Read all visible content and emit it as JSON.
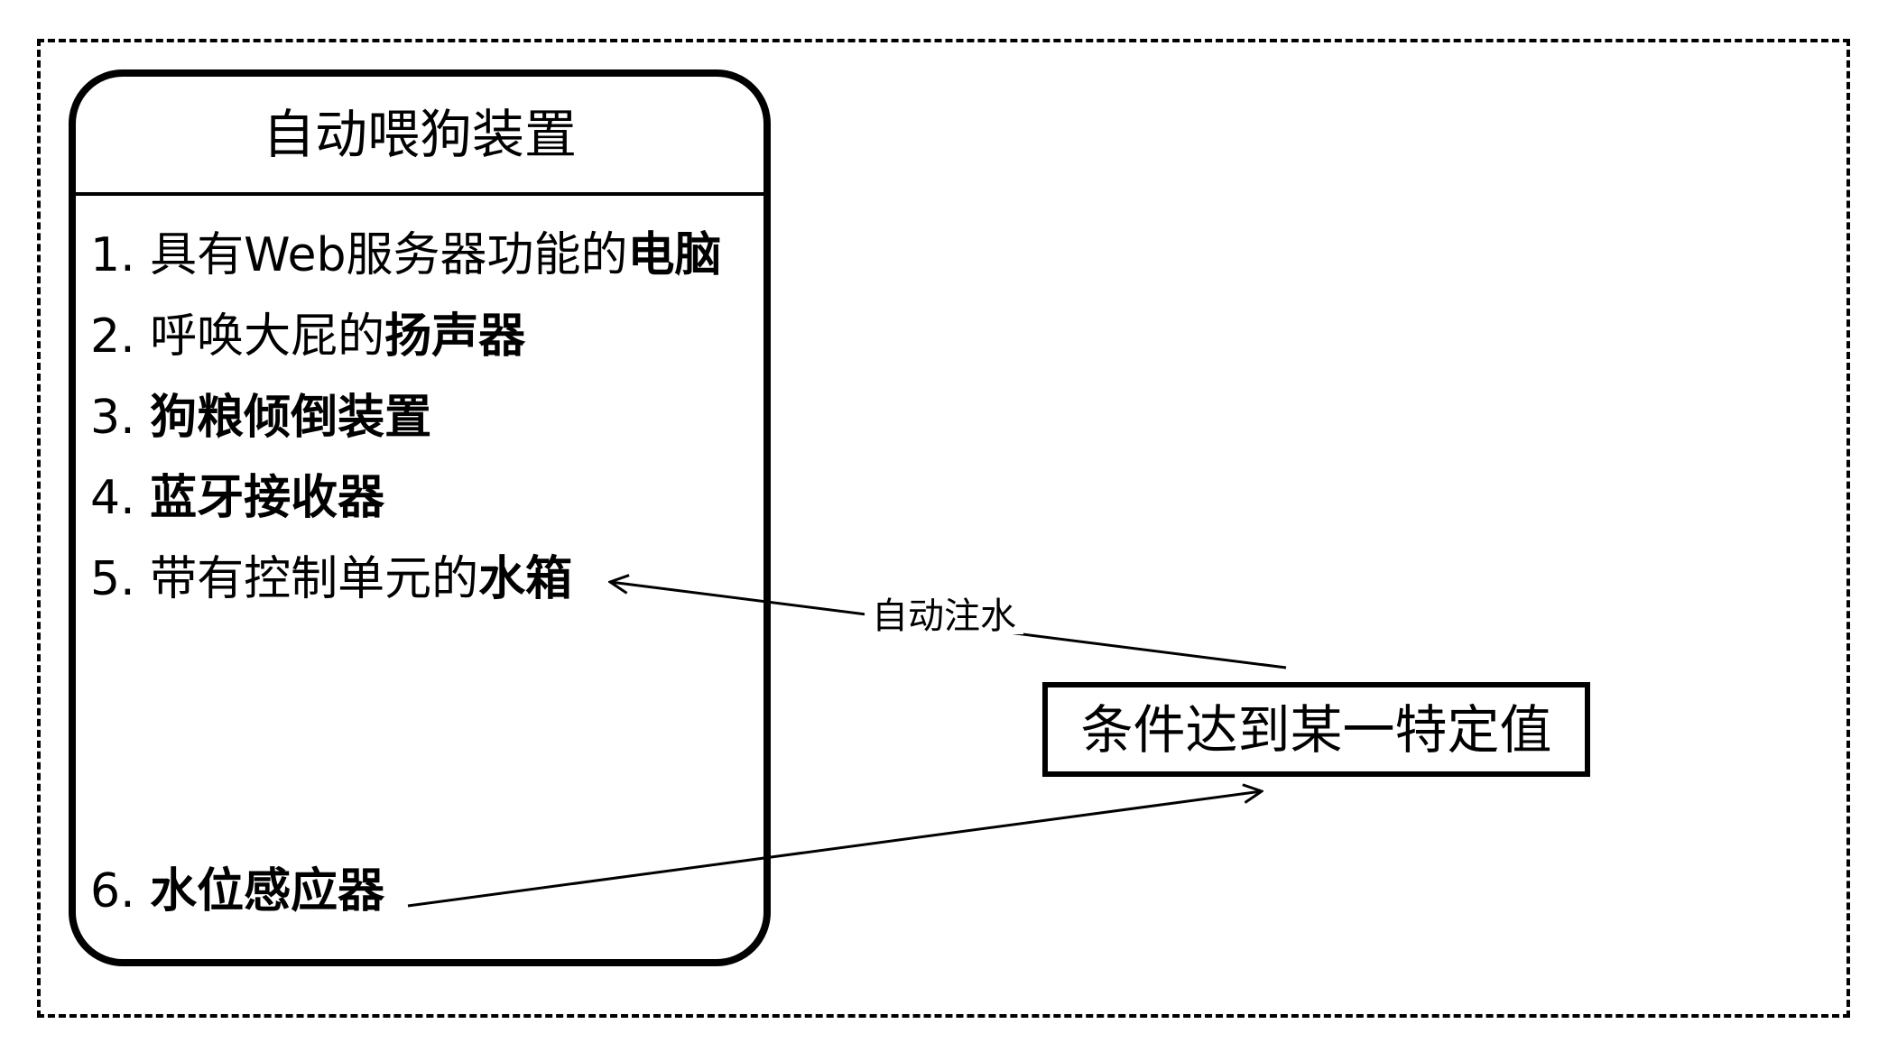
{
  "device": {
    "title": "自动喂狗装置",
    "items": [
      {
        "num": "1.",
        "text": "具有Web服务器功能的",
        "bold": "电脑"
      },
      {
        "num": "2.",
        "text": "呼唤大屁的",
        "bold": "扬声器"
      },
      {
        "num": "3.",
        "text": "",
        "bold": "狗粮倾倒装置"
      },
      {
        "num": "4.",
        "text": "",
        "bold": "蓝牙接收器"
      },
      {
        "num": "5.",
        "text": "带有控制单元的",
        "bold": "水箱"
      },
      {
        "num": "6.",
        "text": "",
        "bold": "水位感应器"
      }
    ]
  },
  "condition": {
    "label": "条件达到某一特定值"
  },
  "edges": {
    "auto_fill_label": "自动注水"
  }
}
